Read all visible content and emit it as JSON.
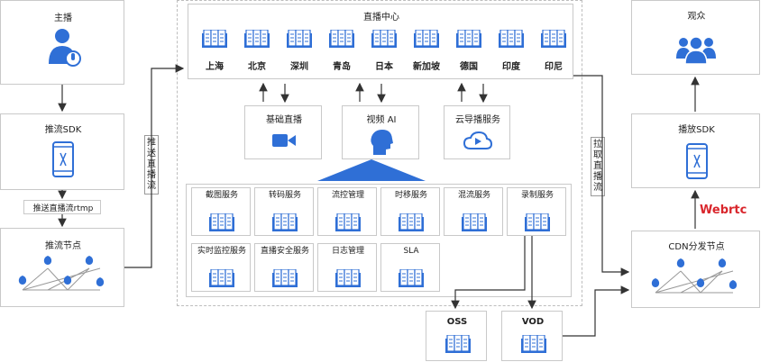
{
  "broadcaster": {
    "title": "主播"
  },
  "push_sdk": {
    "title": "推流SDK"
  },
  "rtmp_label": "推送直播流rtmp",
  "push_node": {
    "title": "推流节点"
  },
  "push_stream_label": [
    "推",
    "送",
    "直",
    "播",
    "流"
  ],
  "live_center": {
    "title": "直播中心",
    "cities": [
      "上海",
      "北京",
      "深圳",
      "青岛",
      "日本",
      "新加坡",
      "德国",
      "印度",
      "印尼"
    ]
  },
  "modules": [
    {
      "title": "基础直播",
      "icon": "video-camera-icon"
    },
    {
      "title": "视频 AI",
      "icon": "ai-head-icon"
    },
    {
      "title": "云导播服务",
      "icon": "cloud-play-icon"
    }
  ],
  "services_row1": [
    "截图服务",
    "转码服务",
    "流控管理",
    "时移服务",
    "混流服务",
    "录制服务"
  ],
  "services_row2": [
    "实时监控服务",
    "直播安全服务",
    "日志管理",
    "SLA"
  ],
  "oss": {
    "title": "OSS"
  },
  "vod": {
    "title": "VOD"
  },
  "pull_stream_label": [
    "拉",
    "取",
    "直",
    "播",
    "流"
  ],
  "viewers": {
    "title": "观众"
  },
  "play_sdk": {
    "title": "播放SDK"
  },
  "webrtc_label": "Webrtc",
  "cdn_node": {
    "title": "CDN分发节点"
  },
  "colors": {
    "accent": "#2f6fd6",
    "line": "#333333",
    "webrtc": "#d9262c"
  }
}
